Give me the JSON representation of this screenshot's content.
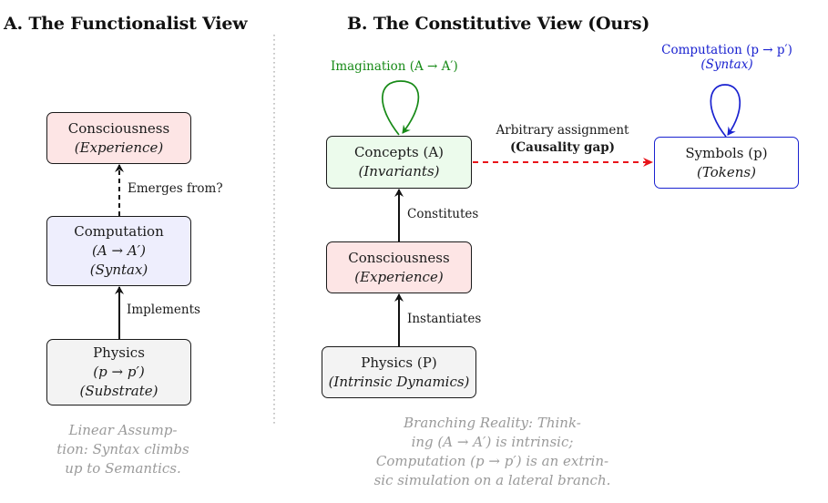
{
  "panel_a": {
    "title": "A. The Functionalist View",
    "boxes": {
      "consciousness": {
        "line1": "Consciousness",
        "line2": "(Experience)"
      },
      "computation": {
        "line1": "Computation",
        "line2": "(A → A′)",
        "line3": "(Syntax)"
      },
      "physics": {
        "line1": "Physics",
        "line2": "(p → p′)",
        "line3": "(Substrate)"
      }
    },
    "edges": {
      "emerges": "Emerges from?",
      "implements": "Implements"
    },
    "caption": [
      "Linear Assump-",
      "tion:  Syntax climbs",
      "up to Semantics."
    ]
  },
  "panel_b": {
    "title": "B. The Constitutive View (Ours)",
    "boxes": {
      "concepts": {
        "line1": "Concepts (A)",
        "line2": "(Invariants)"
      },
      "consciousness": {
        "line1": "Consciousness",
        "line2": "(Experience)"
      },
      "physics": {
        "line1": "Physics (P)",
        "line2": "(Intrinsic Dynamics)"
      },
      "symbols": {
        "line1": "Symbols (p)",
        "line2": "(Tokens)"
      }
    },
    "edges": {
      "imagination": "Imagination (A → A′)",
      "computation_line1": "Computation (p → p′)",
      "computation_line2": "(Syntax)",
      "arbitrary_line1": "Arbitrary assignment",
      "arbitrary_line2": "(Causality gap)",
      "constitutes": "Constitutes",
      "instantiates": "Instantiates"
    },
    "caption": [
      "Branching Reality:  Think-",
      "ing (A  →  A′) is intrinsic;",
      "Computation (p → p′) is an extrin-",
      "sic simulation on a lateral branch."
    ]
  },
  "colors": {
    "imagination": "#178a17",
    "computation_loop": "#1a22d0",
    "causality_gap": "#e8141a",
    "consciousness_fill": "#fde5e5",
    "computation_fill": "#eeeefd",
    "physics_fill": "#f3f3f3",
    "concepts_fill": "#ecfbec"
  }
}
